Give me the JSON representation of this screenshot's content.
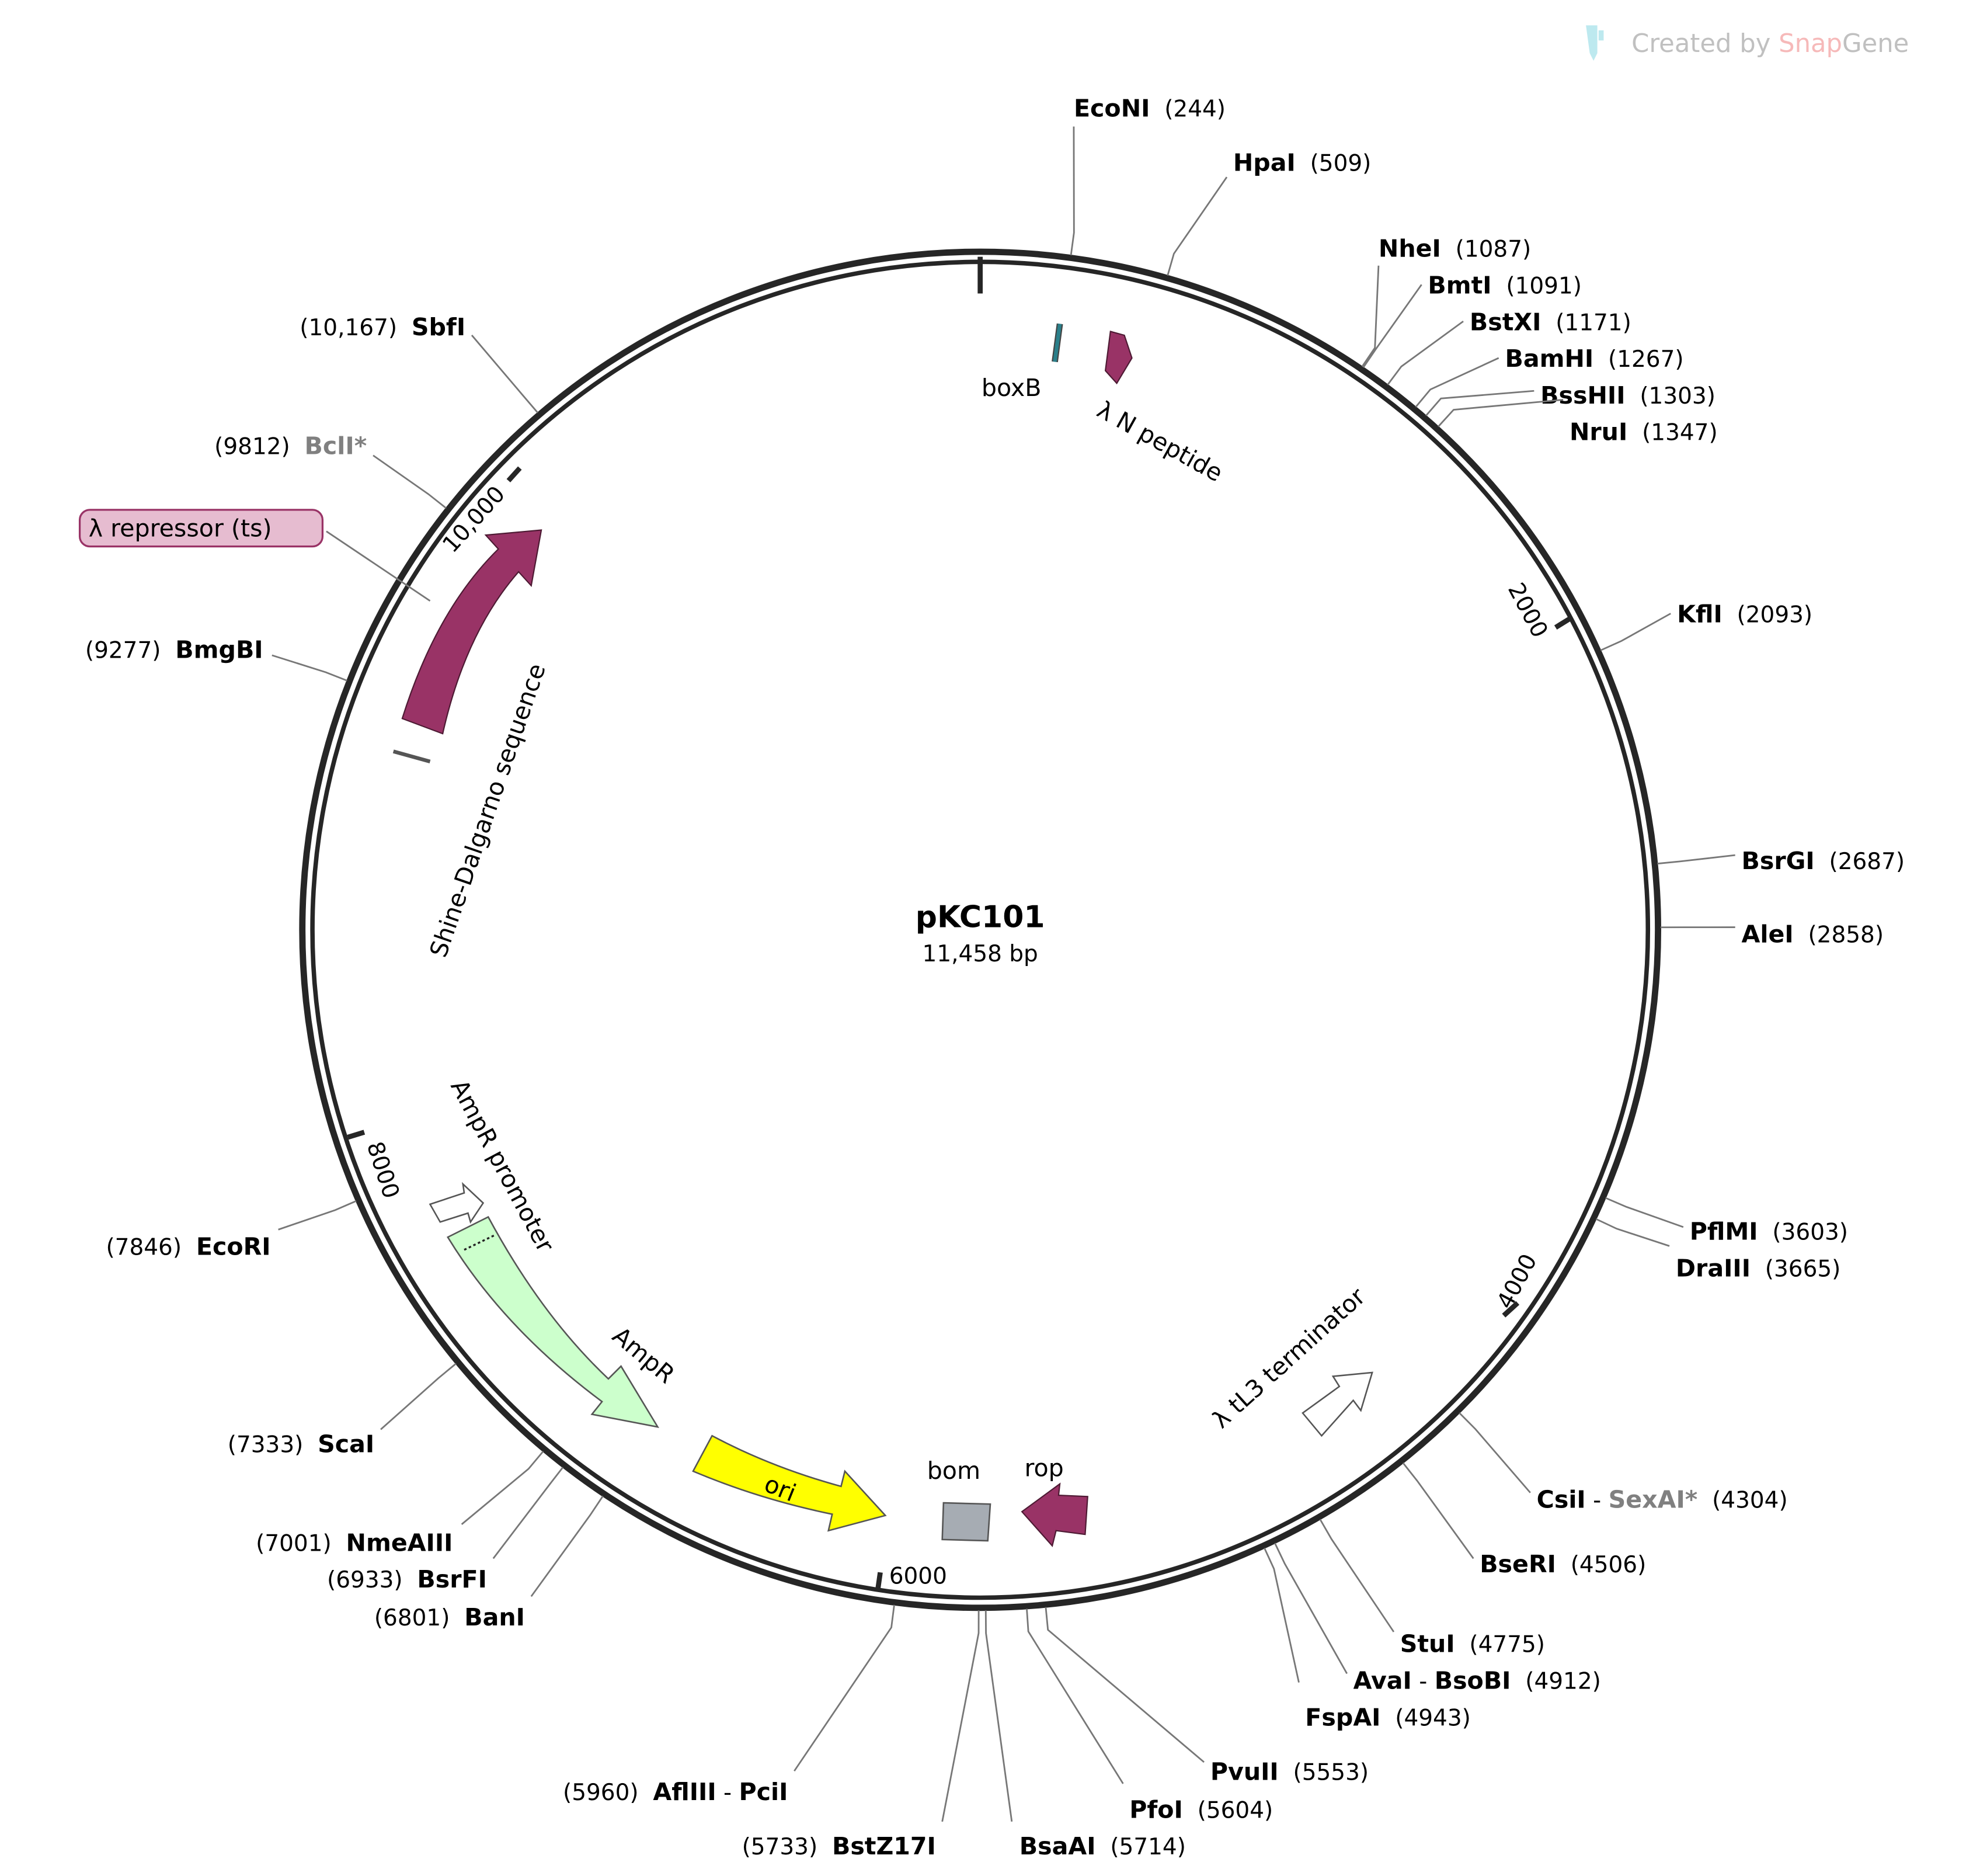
{
  "plasmid": {
    "name": "pKC101",
    "length_label": "11,458 bp",
    "length_bp": 11458
  },
  "logo": {
    "prefix": "Created by ",
    "brand1": "Snap",
    "brand2": "Gene"
  },
  "ticks": [
    {
      "label": "2000"
    },
    {
      "label": "4000"
    },
    {
      "label": "6000"
    },
    {
      "label": "8000"
    },
    {
      "label": "10,000"
    }
  ],
  "enzymes": [
    {
      "name": "EcoNI",
      "position": 244,
      "pos_label": "(244)"
    },
    {
      "name": "HpaI",
      "position": 509,
      "pos_label": "(509)"
    },
    {
      "name": "NheI",
      "position": 1087,
      "pos_label": "(1087)"
    },
    {
      "name": "BmtI",
      "position": 1091,
      "pos_label": "(1091)"
    },
    {
      "name": "BstXI",
      "position": 1171,
      "pos_label": "(1171)"
    },
    {
      "name": "BamHI",
      "position": 1267,
      "pos_label": "(1267)"
    },
    {
      "name": "BssHII",
      "position": 1303,
      "pos_label": "(1303)"
    },
    {
      "name": "NruI",
      "position": 1347,
      "pos_label": "(1347)"
    },
    {
      "name": "KflI",
      "position": 2093,
      "pos_label": "(2093)"
    },
    {
      "name": "BsrGI",
      "position": 2687,
      "pos_label": "(2687)"
    },
    {
      "name": "AleI",
      "position": 2858,
      "pos_label": "(2858)"
    },
    {
      "name": "PflMI",
      "position": 3603,
      "pos_label": "(3603)"
    },
    {
      "name": "DraIII",
      "position": 3665,
      "pos_label": "(3665)"
    },
    {
      "name": "CsiI",
      "name2": "SexAI*",
      "name2_grey": true,
      "position": 4304,
      "pos_label": "(4304)"
    },
    {
      "name": "BseRI",
      "position": 4506,
      "pos_label": "(4506)"
    },
    {
      "name": "StuI",
      "position": 4775,
      "pos_label": "(4775)"
    },
    {
      "name": "AvaI",
      "name2": "BsoBI",
      "position": 4912,
      "pos_label": "(4912)"
    },
    {
      "name": "FspAI",
      "position": 4943,
      "pos_label": "(4943)"
    },
    {
      "name": "PvuII",
      "position": 5553,
      "pos_label": "(5553)"
    },
    {
      "name": "PfoI",
      "position": 5604,
      "pos_label": "(5604)"
    },
    {
      "name": "BsaAI",
      "position": 5714,
      "pos_label": "(5714)"
    },
    {
      "name": "BstZ17I",
      "position": 5733,
      "pos_label": "(5733)"
    },
    {
      "name": "AflIII",
      "name2": "PciI",
      "position": 5960,
      "pos_label": "(5960)"
    },
    {
      "name": "BanI",
      "position": 6801,
      "pos_label": "(6801)"
    },
    {
      "name": "BsrFI",
      "position": 6933,
      "pos_label": "(6933)"
    },
    {
      "name": "NmeAIII",
      "position": 7001,
      "pos_label": "(7001)"
    },
    {
      "name": "ScaI",
      "position": 7333,
      "pos_label": "(7333)"
    },
    {
      "name": "EcoRI",
      "position": 7846,
      "pos_label": "(7846)"
    },
    {
      "name": "BmgBI",
      "position": 9277,
      "pos_label": "(9277)"
    },
    {
      "name": "BclI*",
      "grey": true,
      "position": 9812,
      "pos_label": "(9812)"
    },
    {
      "name": "SbfI",
      "position": 10167,
      "pos_label": "(10,167)"
    }
  ],
  "features": {
    "boxB": {
      "label": "boxB",
      "color": "#2a7f8a"
    },
    "n_peptide": {
      "label": "λ N peptide",
      "color": "#993366"
    },
    "repressor": {
      "label": "λ repressor (ts)",
      "color": "#993366",
      "label_bg": "#e6bcd0"
    },
    "shine_dalgarno": {
      "label": "Shine-Dalgarno sequence",
      "color": "#808080"
    },
    "ampr_promoter": {
      "label": "AmpR promoter",
      "color": "#ffffff"
    },
    "ampr": {
      "label": "AmpR",
      "color": "#ccffcc"
    },
    "ori": {
      "label": "ori",
      "color": "#ffff00"
    },
    "bom": {
      "label": "bom",
      "color": "#a6acb3"
    },
    "rop": {
      "label": "rop",
      "color": "#993366"
    },
    "tl3": {
      "label": "λ tL3 terminator",
      "color": "#ffffff"
    }
  }
}
